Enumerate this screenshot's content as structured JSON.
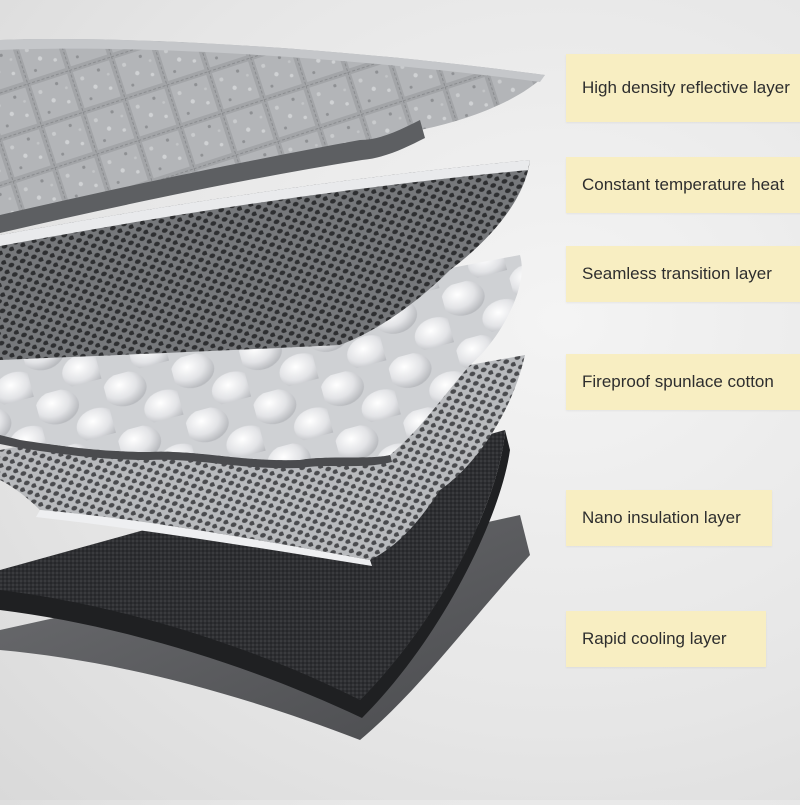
{
  "layers": [
    {
      "label": "High density reflective layer",
      "texture": "quilted-foil"
    },
    {
      "label": "Constant temperature heat",
      "texture": "perforated-grey"
    },
    {
      "label": "Seamless transition layer",
      "texture": "bubble-film"
    },
    {
      "label": "Fireproof spunlace cotton",
      "texture": "perforated-light"
    },
    {
      "label": "Nano insulation layer",
      "texture": "dark-fabric"
    },
    {
      "label": "Rapid cooling layer",
      "texture": "dark-fabric"
    }
  ],
  "colors": {
    "label_background": "#f8eec2",
    "label_text": "#2e2e2e",
    "foil": "#9a9c9f",
    "mesh": "#6b6d70",
    "bubble": "#e9eaec",
    "dark": "#2f3033"
  }
}
